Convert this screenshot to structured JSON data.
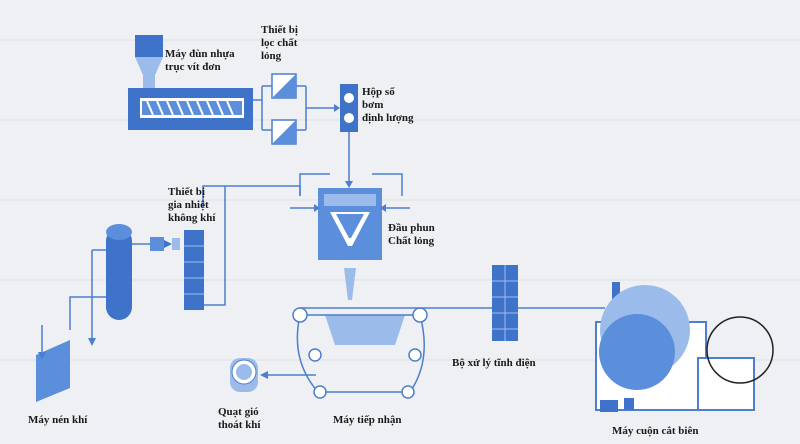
{
  "labels": {
    "extruder": "Máy đùn nhựa\ntrục vít đơn",
    "filter": "Thiết bị\nlọc chất\nlỏng",
    "gear_pump": "Hộp số\nbơm\nđịnh lượng",
    "heater": "Thiết bị\ngia nhiệt\nkhông khí",
    "spinneret": "Đầu phun\nChất lỏng",
    "electrostatic": "Bộ xử lý tĩnh điện",
    "compressor": "Máy nén khí",
    "exhaust_fan": "Quạt gió\nthoát khí",
    "collector": "Máy tiếp nhận",
    "winder": "Máy cuộn cắt biên"
  },
  "colors": {
    "main": "#5b8fdc",
    "dark": "#3f73c9",
    "light": "#9bbcea",
    "line": "#4c7fcf",
    "black": "#222222"
  }
}
